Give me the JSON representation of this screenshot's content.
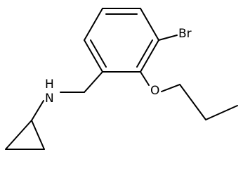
{
  "atoms": {
    "bromine": "Br",
    "amine": "H\nN",
    "ether_oxygen": "O"
  },
  "colors": {
    "bond": "#000000",
    "background": "#ffffff"
  }
}
